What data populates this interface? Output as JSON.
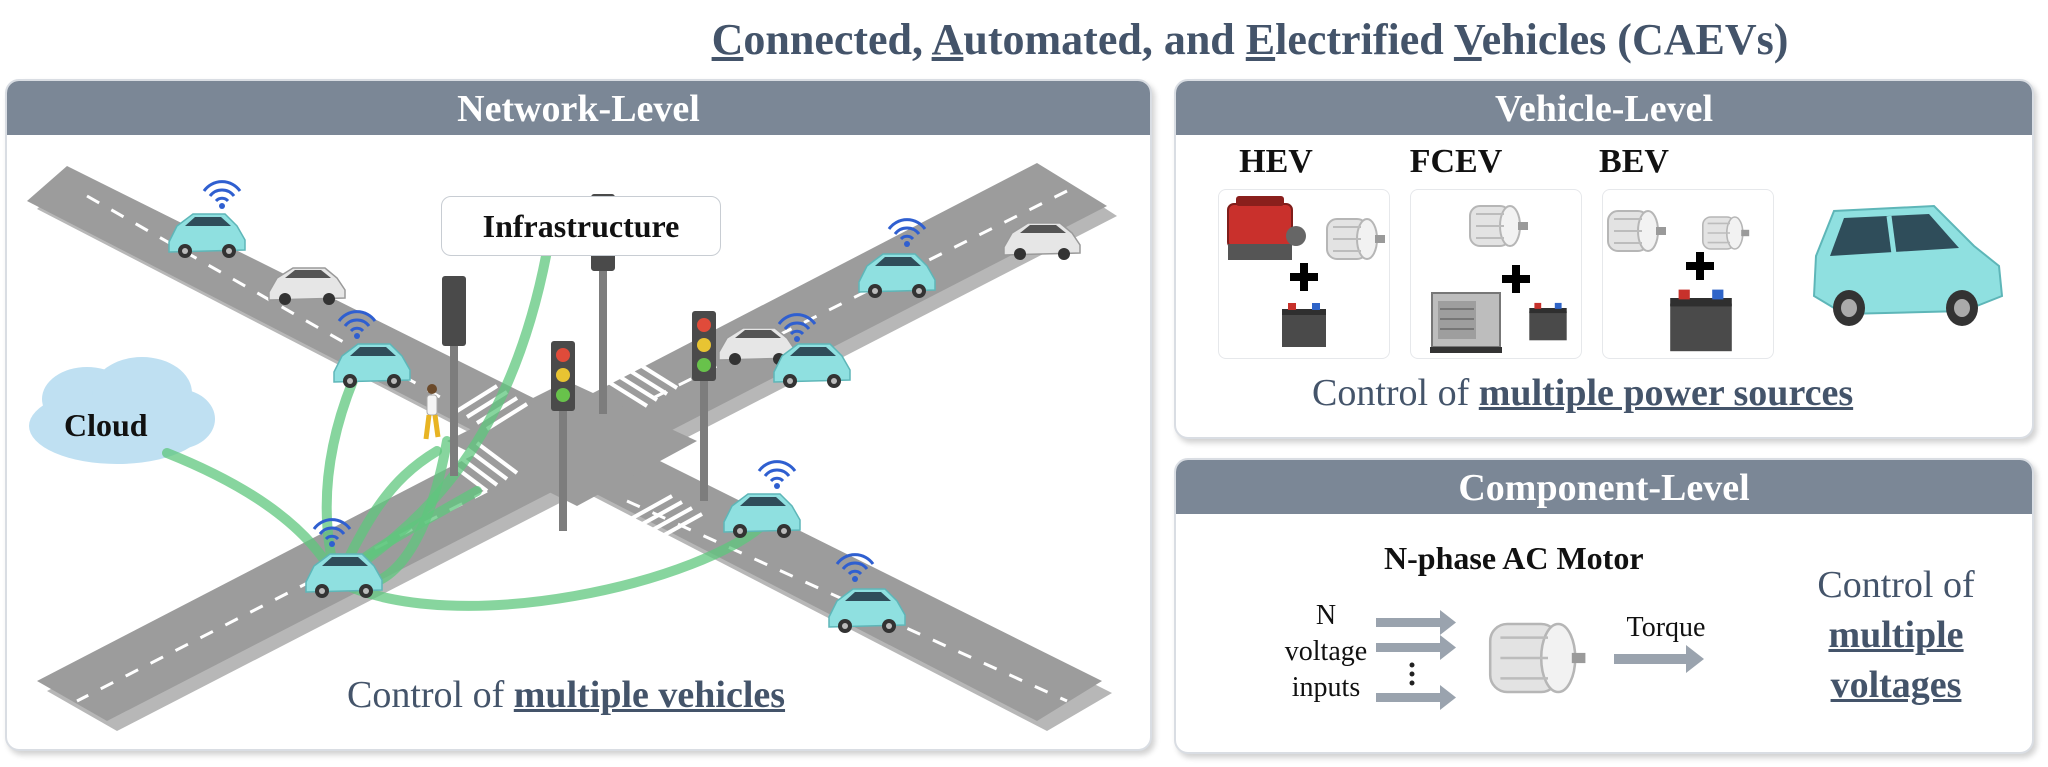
{
  "title": {
    "letters": [
      "C",
      "onnected, ",
      "A",
      "utomated, and ",
      "E",
      "lectrified ",
      "V",
      "ehicles (CAEVs)"
    ]
  },
  "network": {
    "header": "Network-Level",
    "infrastructure_label": "Infrastructure",
    "cloud_label": "Cloud",
    "caption_prefix": "Control of ",
    "caption_emph": "multiple vehicles"
  },
  "vehicle": {
    "header": "Vehicle-Level",
    "types": [
      "HEV",
      "FCEV",
      "BEV"
    ],
    "caption_prefix": "Control of ",
    "caption_emph": "multiple power sources"
  },
  "component": {
    "header": "Component-Level",
    "motor_title": "N-phase AC Motor",
    "input_lines": [
      "N",
      "voltage",
      "inputs"
    ],
    "output_label": "Torque",
    "control_prefix": "Control of",
    "control_emph_1": "multiple",
    "control_emph_2": "voltages"
  },
  "colors": {
    "header_bg": "#7b8796",
    "title_text": "#44546a",
    "road": "#9c9c9c",
    "car_cyan": "#8fe0e0",
    "link_green": "#5fc77e",
    "cloud_blue": "#bfe0f2",
    "arrow_gray": "#9aa3ae"
  },
  "icons": {
    "wifi": "wifi-signal-icon",
    "car": "car-icon",
    "traffic_light": "traffic-light-icon",
    "engine": "engine-icon",
    "motor": "electric-motor-icon",
    "battery": "battery-icon",
    "fuel_cell": "fuel-cell-icon",
    "plus": "plus-icon",
    "pedestrian": "pedestrian-icon"
  }
}
